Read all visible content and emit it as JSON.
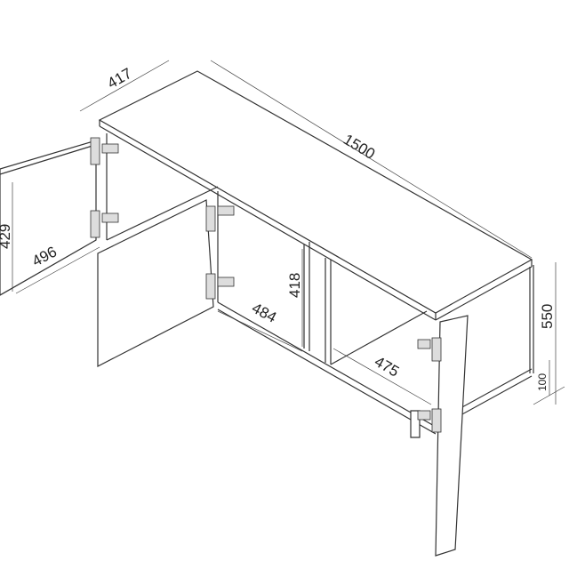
{
  "dimensions": {
    "depth": "417",
    "width": "1500",
    "left_height": "429",
    "left_width": "496",
    "middle_height": "418",
    "middle_width": "484",
    "right_width": "475",
    "total_height": "550",
    "leg_height": "100"
  }
}
